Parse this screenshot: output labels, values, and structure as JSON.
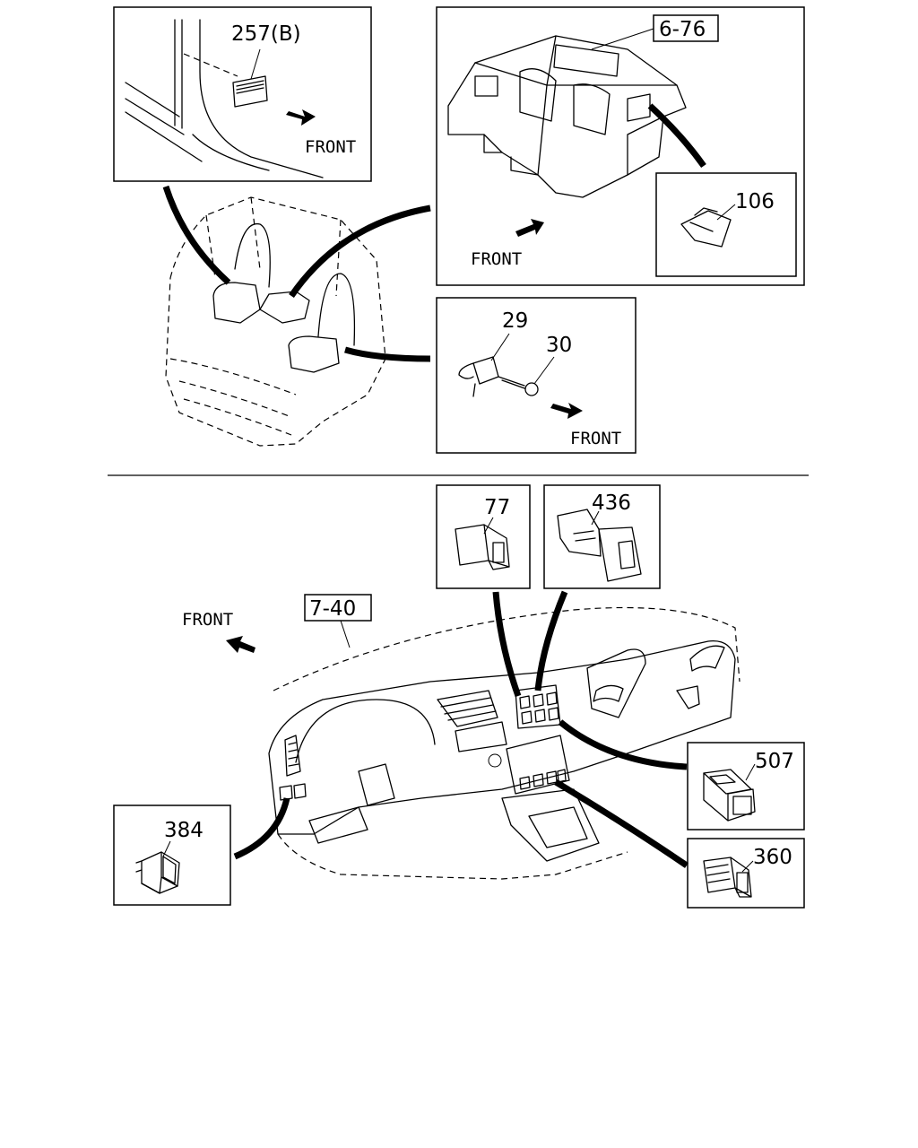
{
  "labels": {
    "p257": "257(B)",
    "ref676": "6-76",
    "p106": "106",
    "p29": "29",
    "p30": "30",
    "p77": "77",
    "p436": "436",
    "ref740": "7-40",
    "p507": "507",
    "p384": "384",
    "p360": "360"
  },
  "directions": {
    "front_1": "FRONT",
    "front_2": "FRONT",
    "front_3": "FRONT",
    "front_4": "FRONT"
  }
}
